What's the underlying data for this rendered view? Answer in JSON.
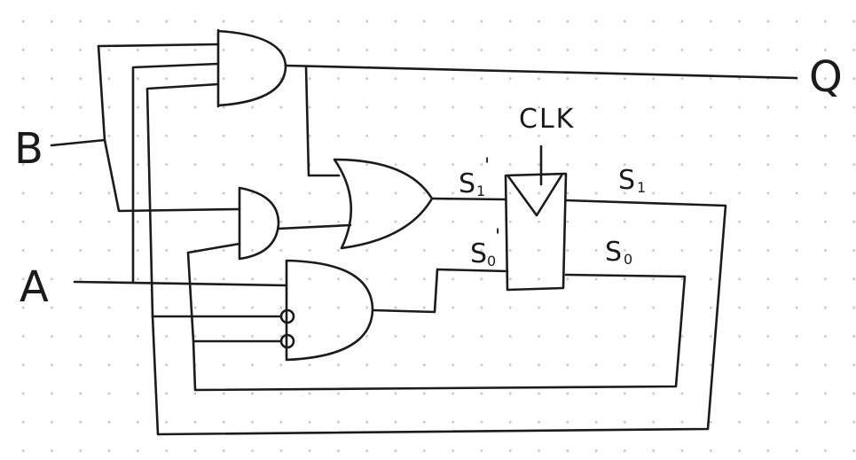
{
  "diagram": {
    "inputs": {
      "b_label": "B",
      "a_label": "A"
    },
    "output": {
      "q_label": "Q"
    },
    "flipflop": {
      "clock_label": "CLK",
      "s1_next_label": "S",
      "s1_next_sub": "1",
      "s1_next_prime": "'",
      "s0_next_label": "S",
      "s0_next_sub": "0",
      "s0_next_prime": "'",
      "s1_label": "S",
      "s1_sub": "1",
      "s0_label": "S",
      "s0_sub": "0"
    },
    "gates": [
      "and-3-input",
      "and-2-input",
      "or-2-input",
      "and-3-input-inverted"
    ],
    "colors": {
      "ink": "#1b1b1b",
      "grid_dot": "#c9c9c9",
      "background": "#ffffff"
    }
  }
}
